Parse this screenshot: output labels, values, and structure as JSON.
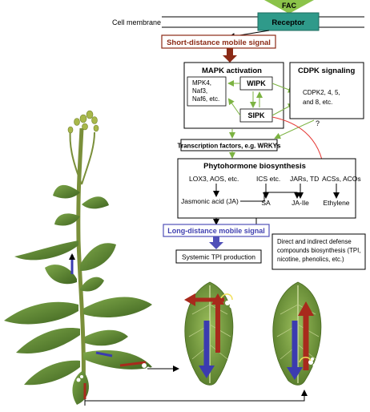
{
  "top": {
    "fac": "FAC",
    "receptor": "Receptor",
    "cell_membrane": "Cell membrane"
  },
  "signals": {
    "short_distance": "Short-distance mobile signal",
    "long_distance": "Long-distance mobile signal"
  },
  "mapk": {
    "title": "MAPK activation",
    "kinases_list": [
      "MPK4,",
      "Naf3,",
      "Naf6, etc."
    ],
    "wipk": "WIPK",
    "sipk": "SIPK"
  },
  "cdpk": {
    "title": "CDPK signaling",
    "list": [
      "CDPK2, 4, 5,",
      "and 8, etc."
    ]
  },
  "question_mark": "?",
  "transcription": "Transcription factors, e.g. WRKYs",
  "phytohormone": {
    "title": "Phytohormone biosynthesis",
    "lox": "LOX3, AOS, etc.",
    "ics": "ICS etc.",
    "jars": "JARs, TD",
    "acs": "ACSs, ACOs",
    "ja": "Jasmonic acid (JA)",
    "sa": "SA",
    "ja_ile": "JA-Ile",
    "ethylene": "Ethylene"
  },
  "systemic": "Systemic TPI production",
  "defense": [
    "Direct and indirect defense",
    "compounds biosynthesis (TPI,",
    "nicotine, phenolics, etc.)"
  ],
  "colors": {
    "short_signal": "#8b2a16",
    "long_signal": "#5050b8",
    "green_arrow": "#7cb342",
    "red_arrow": "#e53935",
    "receptor": "#2f9a8a",
    "fac": "#8bc34a",
    "leaf": "#6f9a3a",
    "stem": "#7a8f3a"
  }
}
